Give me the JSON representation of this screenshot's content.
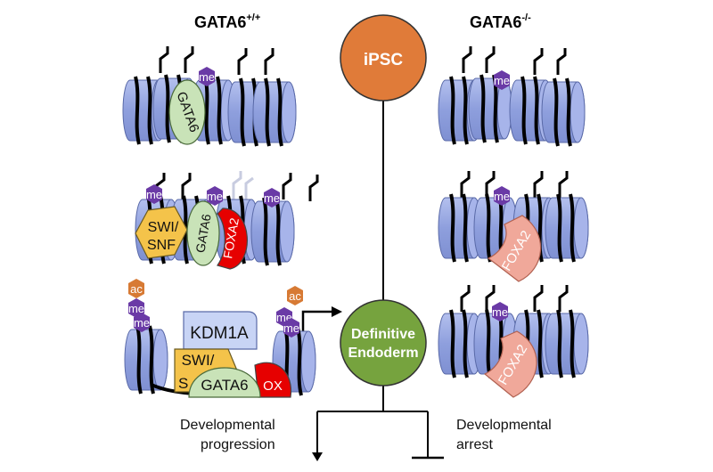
{
  "headers": {
    "left_title": "GATA6",
    "left_superscript": "+/+",
    "right_title": "GATA6",
    "right_superscript": "-/-"
  },
  "nodes": {
    "ipsc": "iPSC",
    "endoderm_line1": "Definitive",
    "endoderm_line2": "Endoderm"
  },
  "marks": {
    "me": "me",
    "ac": "ac"
  },
  "proteins": {
    "gata6": "GATA6",
    "swi_snf_line1": "SWI/",
    "swi_snf_line2": "SNF",
    "foxa2": "FOXA2",
    "kdm1a": "KDM1A",
    "swi_partial": "SWI/",
    "s_partial": "S",
    "fox_partial": "OX"
  },
  "outcomes": {
    "progression_line1": "Developmental",
    "progression_line2": "progression",
    "arrest_line1": "Developmental",
    "arrest_line2": "arrest"
  },
  "colors": {
    "ipsc": "#E07B39",
    "endoderm": "#76A33E",
    "nucleosome": "#9AA9E3",
    "nucleosome_edge": "#5A6AA8",
    "me_mark": "#6A3AA6",
    "ac_mark": "#D77A34",
    "gata6": "#C9E3B8",
    "foxa2": "#E60000",
    "foxa2_light": "#F0A89A",
    "swi_snf": "#F4C34A",
    "kdm1a": "#C8D4F5",
    "line": "#000000"
  }
}
